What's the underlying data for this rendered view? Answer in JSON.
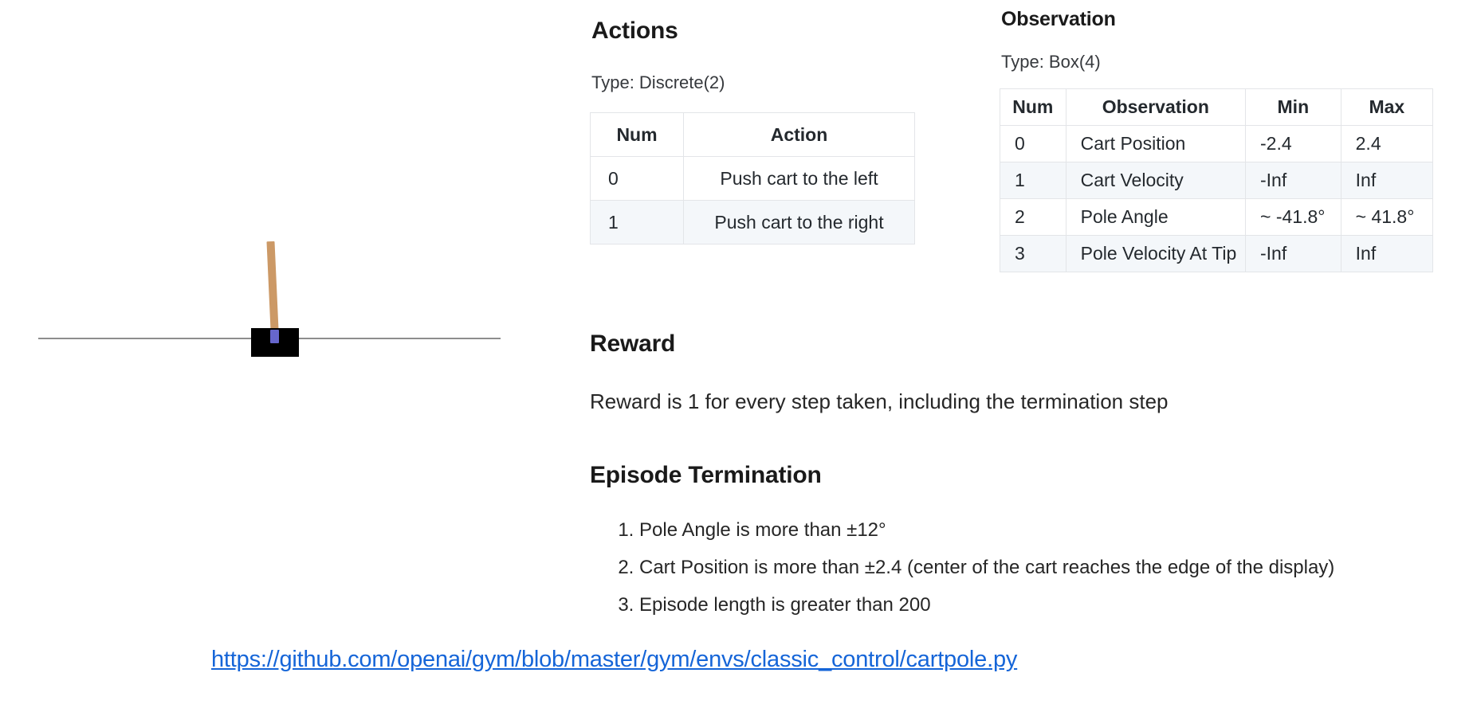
{
  "figure": {
    "name": "cartpole-environment-rendering",
    "cart_color": "#000000",
    "pole_color": "#cc9966",
    "axle_color": "#6666cc",
    "ground_color": "#8d8d8d"
  },
  "actions": {
    "heading": "Actions",
    "type_line": "Type: Discrete(2)",
    "columns": [
      "Num",
      "Action"
    ],
    "rows": [
      {
        "num": "0",
        "action": "Push cart to the left"
      },
      {
        "num": "1",
        "action": "Push cart to the right"
      }
    ]
  },
  "observation": {
    "heading": "Observation",
    "type_line": "Type: Box(4)",
    "columns": [
      "Num",
      "Observation",
      "Min",
      "Max"
    ],
    "rows": [
      {
        "num": "0",
        "observation": "Cart Position",
        "min": "-2.4",
        "max": "2.4"
      },
      {
        "num": "1",
        "observation": "Cart Velocity",
        "min": "-Inf",
        "max": "Inf"
      },
      {
        "num": "2",
        "observation": "Pole Angle",
        "min": "~ -41.8°",
        "max": "~ 41.8°"
      },
      {
        "num": "3",
        "observation": "Pole Velocity At Tip",
        "min": "-Inf",
        "max": "Inf"
      }
    ]
  },
  "reward": {
    "heading": "Reward",
    "text": "Reward is 1 for every step taken, including the termination step"
  },
  "termination": {
    "heading": "Episode Termination",
    "items": [
      "Pole Angle is more than ±12°",
      "Cart Position is more than ±2.4 (center of the cart reaches the edge of the display)",
      "Episode length is greater than 200"
    ]
  },
  "link": {
    "text": "https://github.com/openai/gym/blob/master/gym/envs/classic_control/cartpole.py",
    "color": "#1565d8"
  }
}
